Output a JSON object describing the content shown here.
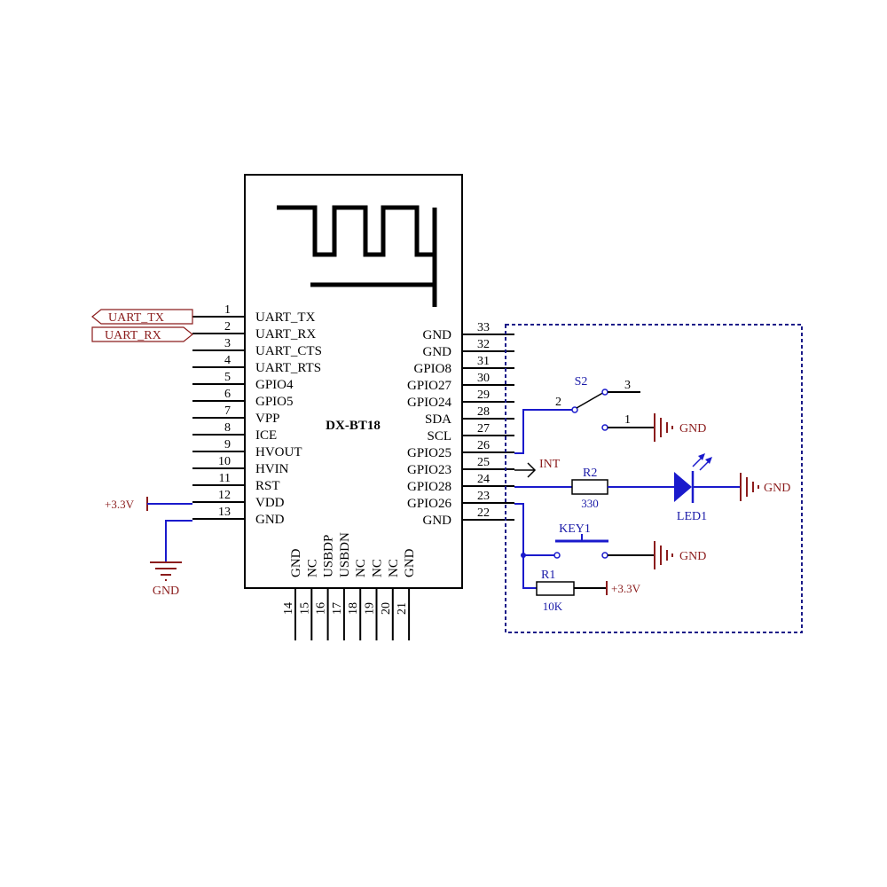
{
  "module": {
    "name": "DX-BT18",
    "left_pins": [
      {
        "num": "1",
        "name": "UART_TX"
      },
      {
        "num": "2",
        "name": "UART_RX"
      },
      {
        "num": "3",
        "name": "UART_CTS"
      },
      {
        "num": "4",
        "name": "UART_RTS"
      },
      {
        "num": "5",
        "name": "GPIO4"
      },
      {
        "num": "6",
        "name": "GPIO5"
      },
      {
        "num": "7",
        "name": "VPP"
      },
      {
        "num": "8",
        "name": "ICE"
      },
      {
        "num": "9",
        "name": "HVOUT"
      },
      {
        "num": "10",
        "name": "HVIN"
      },
      {
        "num": "11",
        "name": "RST"
      },
      {
        "num": "12",
        "name": "VDD"
      },
      {
        "num": "13",
        "name": "GND"
      }
    ],
    "right_pins": [
      {
        "num": "33",
        "name": "GND"
      },
      {
        "num": "32",
        "name": "GND"
      },
      {
        "num": "31",
        "name": "GPIO8"
      },
      {
        "num": "30",
        "name": "GPIO27"
      },
      {
        "num": "29",
        "name": "GPIO24"
      },
      {
        "num": "28",
        "name": "SDA"
      },
      {
        "num": "27",
        "name": "SCL"
      },
      {
        "num": "26",
        "name": "GPIO25"
      },
      {
        "num": "25",
        "name": "GPIO23"
      },
      {
        "num": "24",
        "name": "GPIO28"
      },
      {
        "num": "23",
        "name": "GPIO26"
      },
      {
        "num": "22",
        "name": "GND"
      }
    ],
    "bottom_pins": [
      {
        "num": "14",
        "name": "GND"
      },
      {
        "num": "15",
        "name": "NC"
      },
      {
        "num": "16",
        "name": "USBDP"
      },
      {
        "num": "17",
        "name": "USBDN"
      },
      {
        "num": "18",
        "name": "NC"
      },
      {
        "num": "19",
        "name": "NC"
      },
      {
        "num": "20",
        "name": "NC"
      },
      {
        "num": "21",
        "name": "GND"
      }
    ]
  },
  "ports": {
    "uart_tx": "UART_TX",
    "uart_rx": "UART_RX",
    "int": "INT"
  },
  "power": {
    "vdd": "+3.3V",
    "gnd_left": "GND",
    "gnd_s2": "GND",
    "gnd_led": "GND",
    "gnd_key": "GND",
    "r1_supply": "+3.3V"
  },
  "components": {
    "s2": {
      "ref": "S2",
      "pin_common": "2",
      "pin_a": "3",
      "pin_b": "1"
    },
    "r2": {
      "ref": "R2",
      "value": "330"
    },
    "led1": {
      "ref": "LED1"
    },
    "key1": {
      "ref": "KEY1"
    },
    "r1": {
      "ref": "R1",
      "value": "10K"
    }
  },
  "colors": {
    "wire": "#000000",
    "net_wire": "#1a1acc",
    "power_label": "#8b1c1c",
    "component_label": "#1a1aa8"
  }
}
